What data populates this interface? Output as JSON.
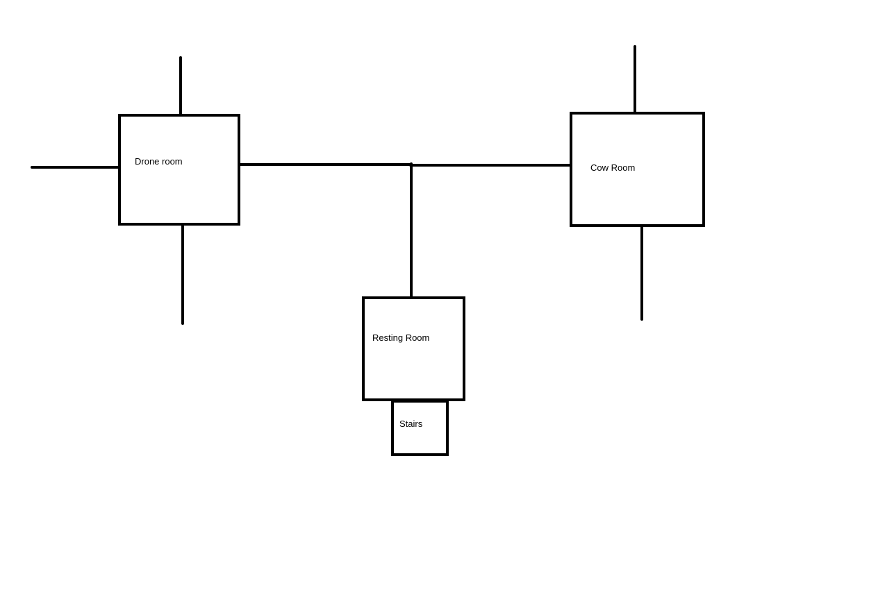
{
  "diagram": {
    "line_color": "#000000",
    "background_color": "#ffffff",
    "rooms": [
      {
        "id": "drone-room",
        "label": "Drone room"
      },
      {
        "id": "cow-room",
        "label": "Cow Room"
      },
      {
        "id": "resting-room",
        "label": "Resting Room"
      },
      {
        "id": "stairs",
        "label": "Stairs"
      }
    ]
  }
}
